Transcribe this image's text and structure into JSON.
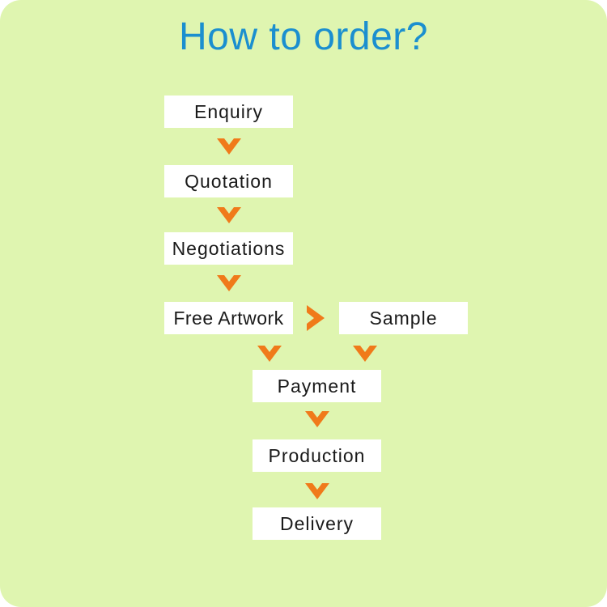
{
  "title": "How to order?",
  "steps": {
    "enquiry": "Enquiry",
    "quotation": "Quotation",
    "negotiations": "Negotiations",
    "free_artwork": "Free  Artwork",
    "sample": "Sample",
    "payment": "Payment",
    "production": "Production",
    "delivery": "Delivery"
  },
  "colors": {
    "background": "#dff5b0",
    "title": "#1b8fcf",
    "arrow": "#f07a1a",
    "box": "#ffffff"
  }
}
